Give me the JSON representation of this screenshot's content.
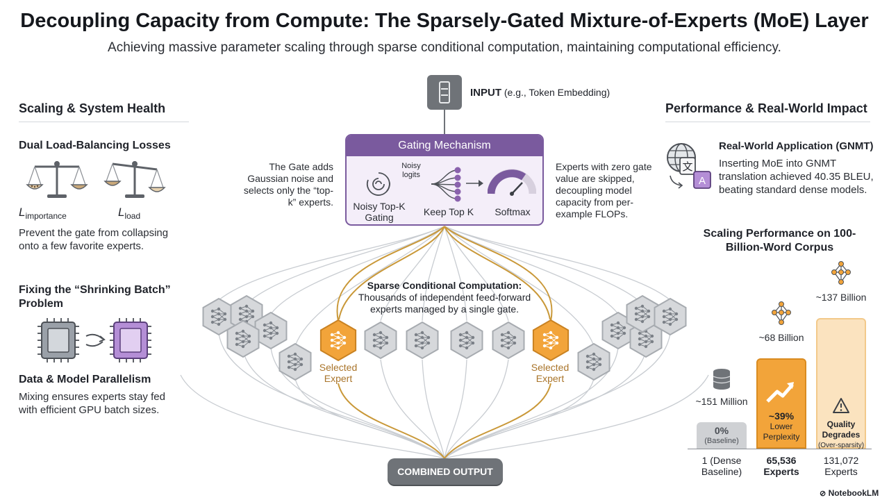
{
  "title": "Decoupling Capacity from Compute: The Sparsely-Gated Mixture-of-Experts (MoE) Layer",
  "subtitle": "Achieving massive parameter scaling through sparse conditional computation, maintaining computational efficiency.",
  "left": {
    "heading": "Scaling & System Health",
    "losses": {
      "title": "Dual Load-Balancing Losses",
      "l_importance_base": "L",
      "l_importance_sub": "importance",
      "l_load_base": "L",
      "l_load_sub": "load",
      "text": "Prevent the gate from collapsing onto a few favorite experts."
    },
    "shrinking": {
      "title": "Fixing the “Shrinking Batch” Problem"
    },
    "parallel": {
      "title": "Data & Model Parallelism",
      "text": "Mixing ensures experts stay fed with efficient GPU batch sizes."
    }
  },
  "center": {
    "input_label": "INPUT",
    "input_suffix": " (e.g., Token Embedding)",
    "gate_title": "Gating Mechanism",
    "gate_note_left": "The Gate adds Gaussian noise and selects only the “top-k” experts.",
    "gate_note_right": "Experts with zero gate value are skipped, decoupling model capacity from per-example FLOPs.",
    "noisy_logits": "Noisy logits",
    "step1": "Noisy Top-K Gating",
    "step2": "Keep Top K",
    "step3": "Softmax",
    "sparse_title": "Sparse Conditional Computation:",
    "sparse_text": "Thousands of independent feed-forward experts managed by a single gate.",
    "selected_label": "Selected Expert",
    "output_label": "COMBINED OUTPUT"
  },
  "right": {
    "heading": "Performance & Real-World Impact",
    "gnmt_title": "Real-World Application (GNMT)",
    "gnmt_text": "Inserting MoE into GNMT translation achieved 40.35 BLEU, beating standard dense models.",
    "chart_title": "Scaling Performance on 100-Billion-Word Corpus"
  },
  "chart_data": {
    "type": "bar",
    "title": "Scaling Performance on 100-Billion-Word Corpus",
    "categories": [
      "1 (Dense Baseline)",
      "65,536 Experts",
      "131,072 Experts"
    ],
    "series": [
      {
        "values": [
          0,
          -39,
          null
        ],
        "params": [
          "~151 Million",
          "~68 Billion",
          "~137 Billion"
        ],
        "bar_labels": [
          "0%",
          "~39%",
          "Quality"
        ],
        "bar_sub": [
          "(Baseline)",
          "Lower Perplexity",
          "Degrades"
        ],
        "bar_note": [
          "",
          "",
          "(Over-sparsity)"
        ]
      }
    ],
    "colors": [
      "#cfd1d4",
      "#f2a43a",
      "#fbe3bf"
    ]
  },
  "watermark": "NotebookLM"
}
